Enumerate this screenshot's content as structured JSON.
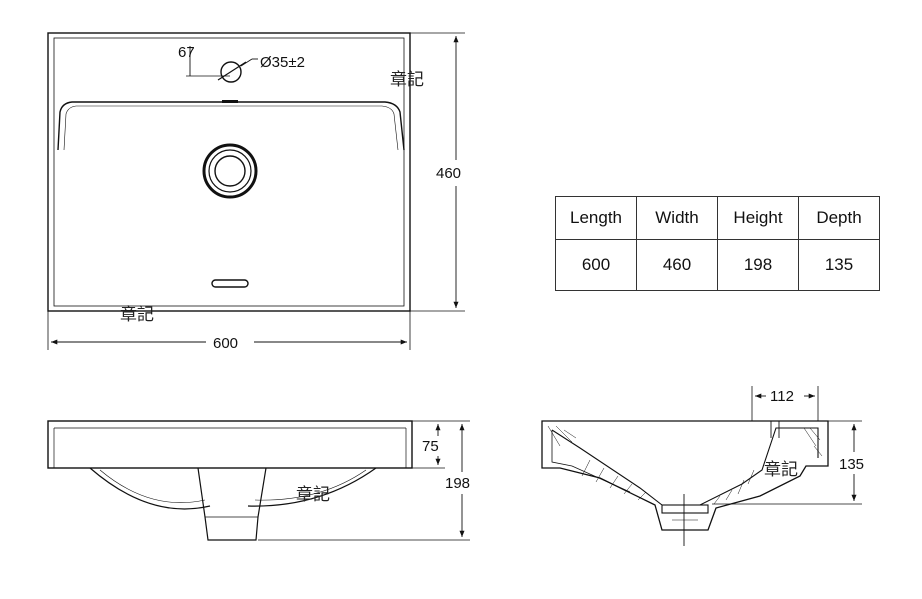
{
  "top_view": {
    "dim_offset": "67",
    "dim_hole": "Ø35±2",
    "dim_width": "460",
    "dim_length": "600"
  },
  "front_view": {
    "dim_rim": "75",
    "dim_height": "198"
  },
  "side_view": {
    "dim_top": "112",
    "dim_depth": "135"
  },
  "spec_table": {
    "headers": [
      "Length",
      "Width",
      "Height",
      "Depth"
    ],
    "values": [
      "600",
      "460",
      "198",
      "135"
    ]
  },
  "watermarks": [
    "章記",
    "章記",
    "章記",
    "章記"
  ]
}
